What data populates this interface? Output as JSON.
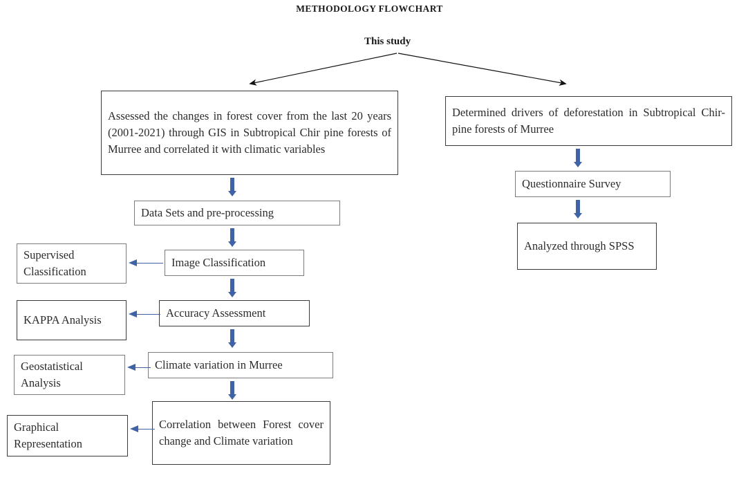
{
  "page": {
    "title": "METHODOLOGY FLOWCHART",
    "root_label": "This study",
    "accent_color": "#3f63a4",
    "border_color": "#7b7b7b",
    "text_color": "#2b2b2b"
  },
  "branches": {
    "left": {
      "boxes": [
        {
          "id": "forest-cover-assessment",
          "text": "Assessed the changes in forest cover from the last 20 years (2001-2021) through GIS in Subtropical Chir pine forests of Murree and correlated it with climatic variables"
        },
        {
          "id": "data-sets-preprocessing",
          "text": "Data Sets and pre-processing"
        },
        {
          "id": "image-classification",
          "text": "Image Classification"
        },
        {
          "id": "accuracy-assessment",
          "text": "Accuracy Assessment"
        },
        {
          "id": "climate-variation",
          "text": "Climate variation in Murree"
        },
        {
          "id": "correlation-forest-climate",
          "text": "Correlation between Forest cover change and Climate variation"
        }
      ],
      "side_boxes": [
        {
          "id": "supervised-classification",
          "text": "Supervised Classification"
        },
        {
          "id": "kappa-analysis",
          "text": "KAPPA Analysis"
        },
        {
          "id": "geostatistical-analysis",
          "text": "Geostatistical Analysis"
        },
        {
          "id": "graphical-representation",
          "text": "Graphical Representation"
        }
      ]
    },
    "right": {
      "boxes": [
        {
          "id": "deforestation-drivers",
          "text": "Determined drivers of deforestation in Subtropical Chir-pine forests of Murree"
        },
        {
          "id": "questionnaire-survey",
          "text": "Questionnaire Survey"
        },
        {
          "id": "analyzed-spss",
          "text": "Analyzed through SPSS"
        }
      ]
    }
  },
  "icons": {
    "down_arrow": "down-arrow-icon",
    "left_arrow": "left-arrow-icon",
    "branch_arrow": "branch-arrow-icon"
  }
}
